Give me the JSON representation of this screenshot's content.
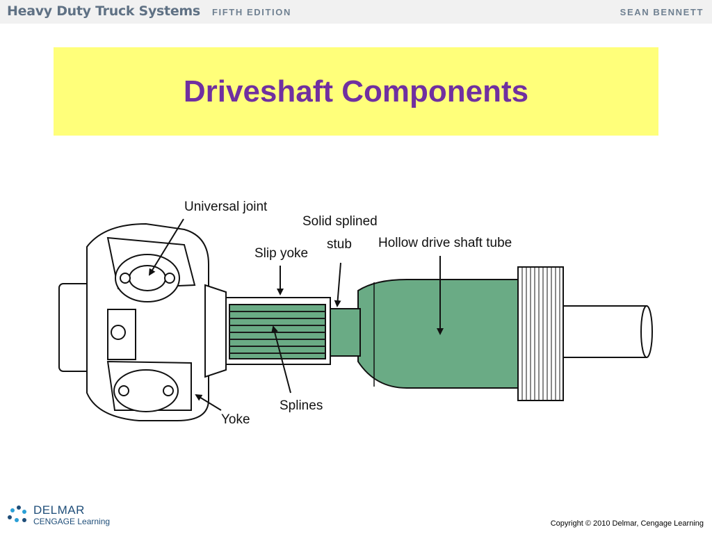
{
  "header": {
    "book_title": "Heavy Duty Truck Systems",
    "edition": "FIFTH EDITION",
    "author": "SEAN BENNETT"
  },
  "slide": {
    "title": "Driveshaft Components"
  },
  "diagram": {
    "labels": {
      "universal_joint": "Universal joint",
      "solid_splined_line1": "Solid splined",
      "solid_splined_line2": "stub",
      "slip_yoke": "Slip yoke",
      "hollow_tube": "Hollow drive shaft tube",
      "splines": "Splines",
      "yoke": "Yoke"
    },
    "colors": {
      "highlight_green": "#6aab85",
      "outline": "#111111"
    }
  },
  "footer": {
    "logo_name": "DELMAR",
    "logo_sub": "CENGAGE Learning",
    "copyright": "Copyright © 2010 Delmar, Cengage Learning"
  }
}
